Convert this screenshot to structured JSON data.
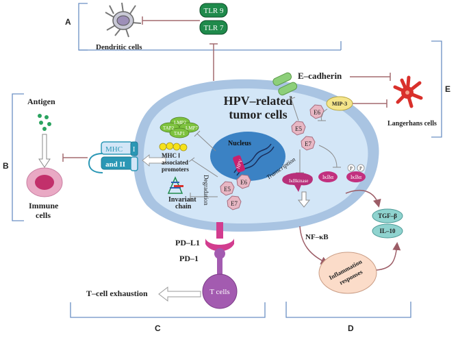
{
  "colors": {
    "bracket": "#6a8fc4",
    "cell_outer": "#a9c4e2",
    "cell_inner": "#d3e6f7",
    "inhibit_line": "#a36a6f",
    "tlr_green": "#1f8a4b",
    "mhc_teal": "#2a97b5",
    "langerhans_red": "#d9302b",
    "e6e7_pink": "#e8b7c4",
    "pd_magenta": "#d23d8f",
    "tcell_purple": "#a35bb0",
    "inflammation_peach": "#fbdcc9",
    "cytokine_teal": "#8fd3cf",
    "mip3_yellow": "#f5e58a",
    "nucleus_blue": "#3b82c4"
  },
  "panels": {
    "a": "A",
    "b": "B",
    "c": "C",
    "d": "D",
    "e": "E"
  },
  "labels": {
    "tlr9": "TLR 9",
    "tlr7": "TLR 7",
    "dendritic_cells": "Dendritic cells",
    "antigen": "Antigen",
    "immune_cells_line1": "Immune",
    "immune_cells_line2": "cells",
    "cell_title_line1": "HPV–related",
    "cell_title_line2": "tumor cells",
    "e_cadherin": "E–cadherin",
    "mip3": "MIP-3",
    "langerhans": "Langerhans cells",
    "nucleus": "Nucleus",
    "transcription": "Transcription",
    "hpv": "HPV",
    "mhc": "MHC",
    "mhc_i": "I",
    "mhc_and_ii": "and  II",
    "lmp2": "LMP2",
    "tap2": "TAP2",
    "lmp7": "LMP7",
    "tap1": "TAP1",
    "mhc_promoters_line1": "MHC Ⅰ",
    "mhc_promoters_line2": "associated",
    "mhc_promoters_line3": "promoters",
    "invariant_line1": "Invariant",
    "invariant_line2": "chain",
    "degradation": "Degradation",
    "e5": "E5",
    "e6": "E6",
    "e7": "E7",
    "ikba": "IκBα",
    "ikbkinase": "IκBkinase",
    "p": "P",
    "nfkb": "NF–κB",
    "inflammation_line1": "Inflammation",
    "inflammation_line2": "responses",
    "tgfb": "TGF–β",
    "il10": "IL–10",
    "pdl1": "PD–L1",
    "pd1": "PD–1",
    "tcells": "T cells",
    "t_exhaustion": "T–cell  exhaustion"
  }
}
